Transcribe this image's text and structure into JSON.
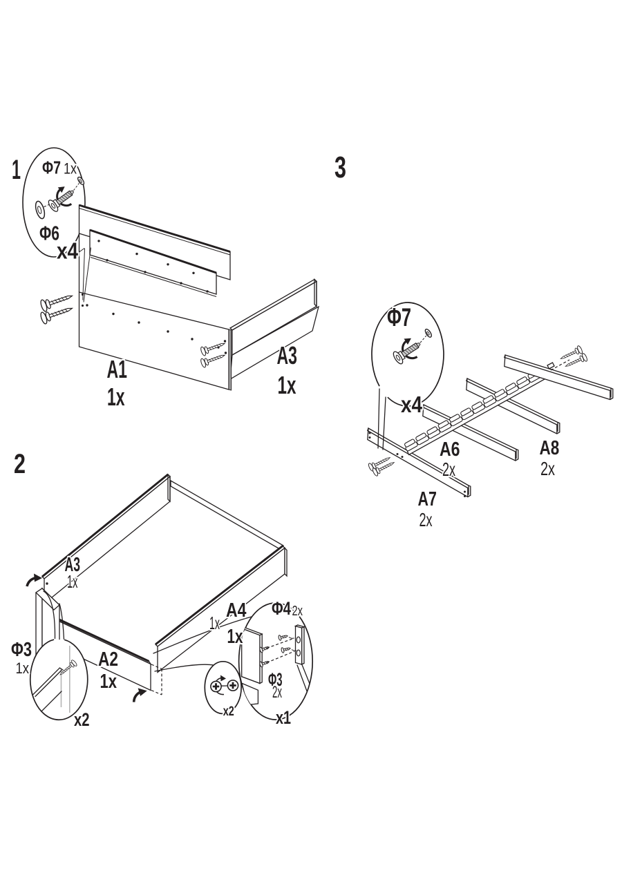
{
  "page": {
    "background": "#ffffff",
    "ink": "#231f20",
    "type": "furniture-assembly-instructions"
  },
  "steps": [
    {
      "number": "1",
      "callout": {
        "title": "Φ7",
        "title_count": "1x",
        "secondary": "Φ6",
        "repeat": "x4"
      },
      "parts": [
        {
          "id": "A1",
          "count": "1x"
        },
        {
          "id": "A3",
          "count": "1x"
        }
      ]
    },
    {
      "number": "2",
      "parts": [
        {
          "id": "A3",
          "count": "1x"
        },
        {
          "id": "A2",
          "count": "1x"
        },
        {
          "id": "A4",
          "count": "1x",
          "count2": "1x"
        }
      ],
      "callouts": {
        "corner_screw": {
          "label": "Φ3",
          "count": "1x",
          "repeat": "x2"
        },
        "bracket": {
          "screw_label": "Φ4",
          "screw_count": "2x",
          "dowel_label": "Φ3",
          "dowel_count": "2x",
          "repeat": "x1"
        },
        "cam_locks": {
          "repeat": "x2"
        }
      }
    },
    {
      "number": "3",
      "callout": {
        "title": "Φ7",
        "repeat": "x4"
      },
      "parts": [
        {
          "id": "A6",
          "count": "2x"
        },
        {
          "id": "A8",
          "count": "2x"
        },
        {
          "id": "A7",
          "count": "2x"
        }
      ]
    }
  ]
}
